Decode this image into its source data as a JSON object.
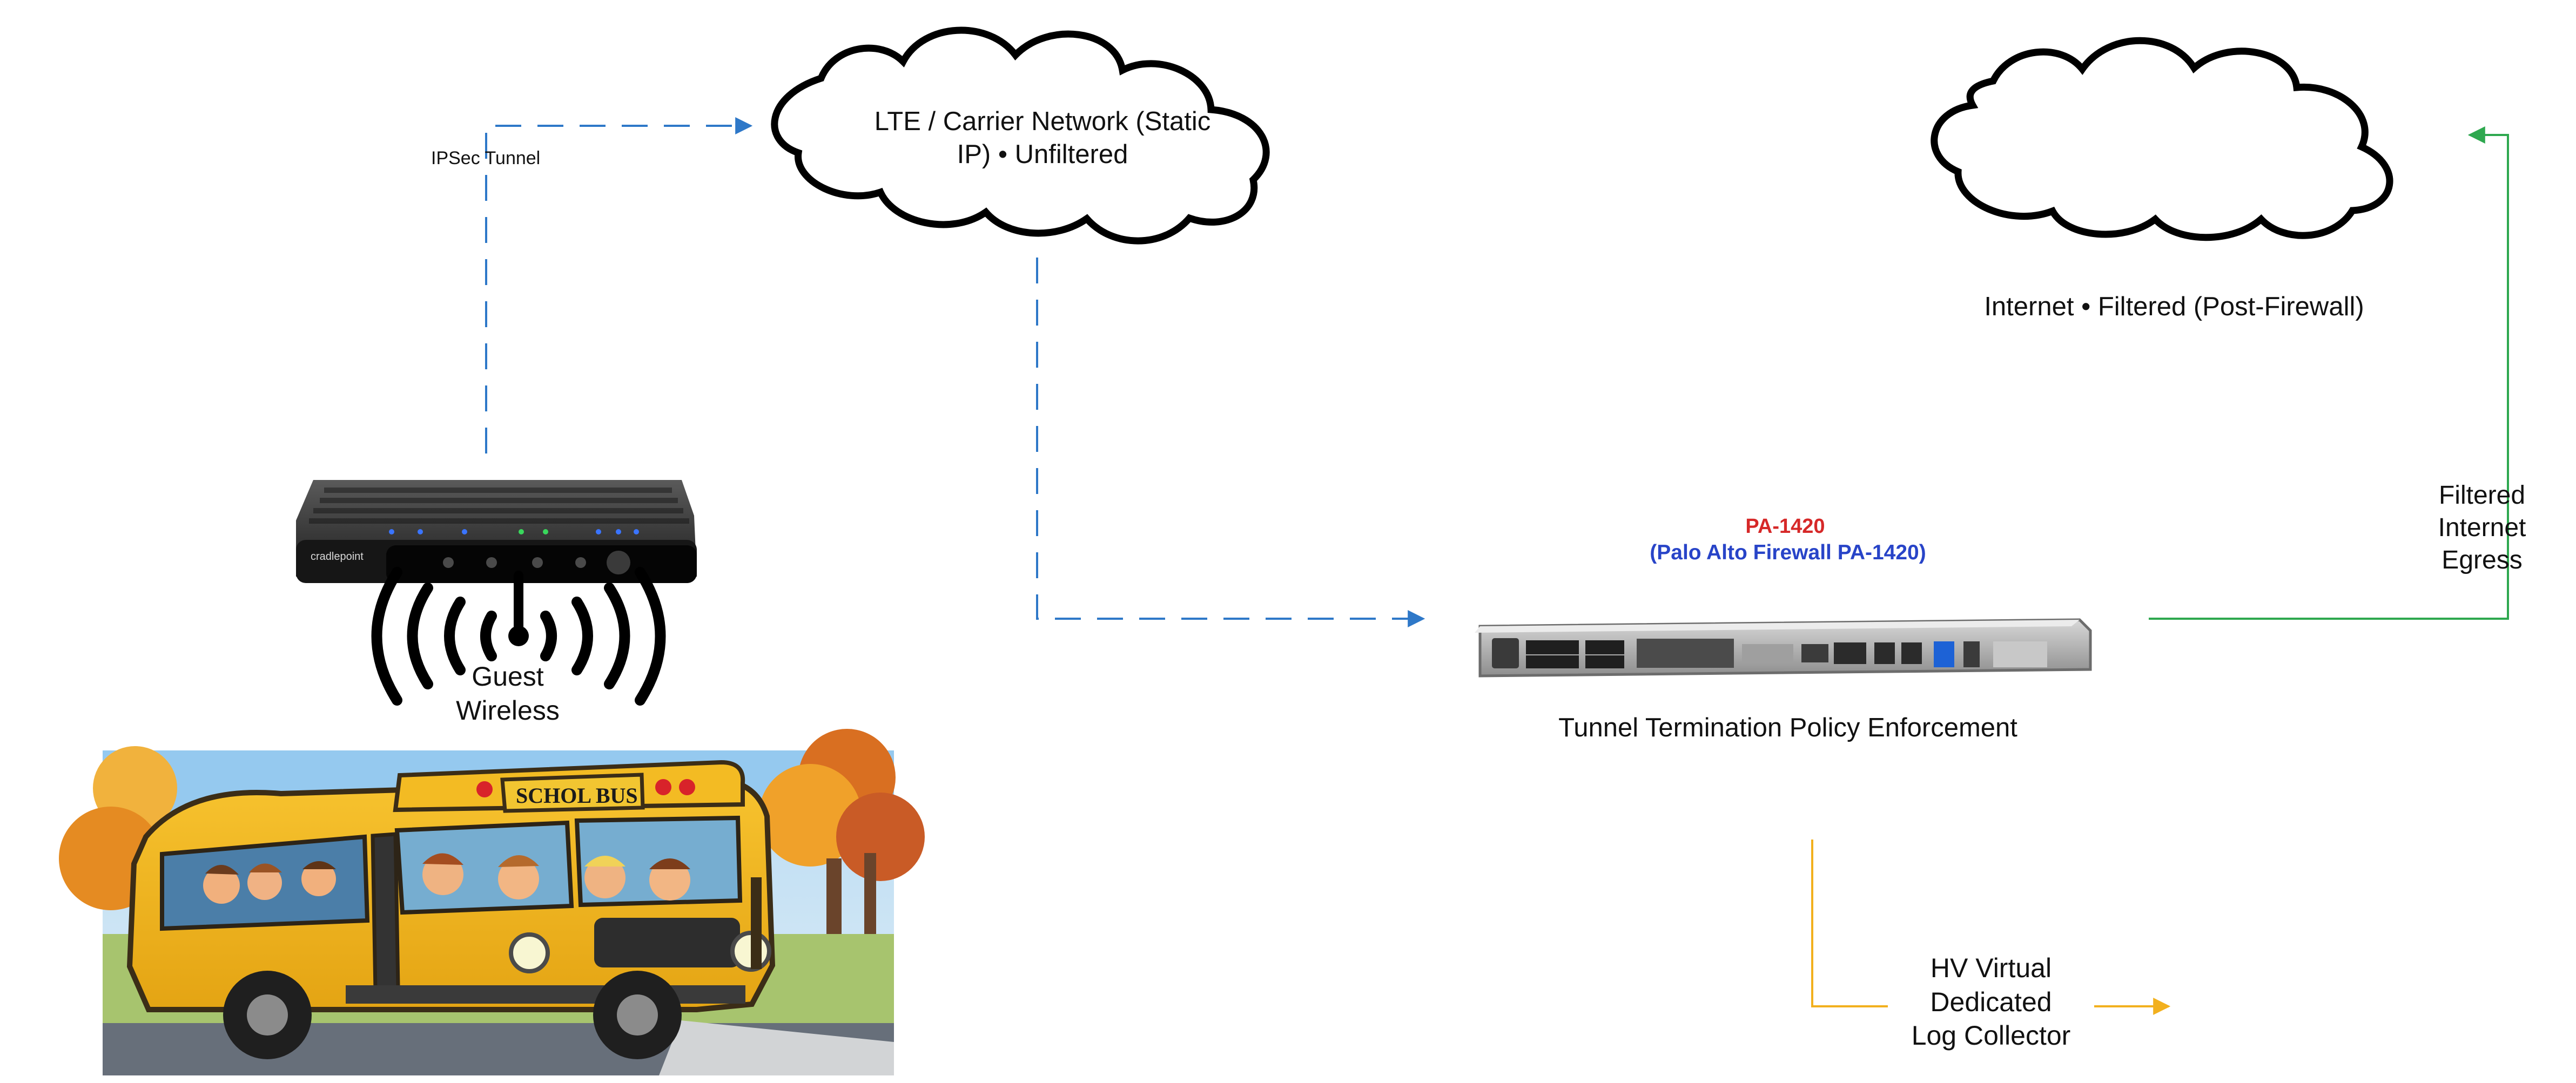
{
  "diagram": {
    "connections": {
      "ipsec": {
        "label": "IPSec Tunnel",
        "color": "#2e78c8",
        "style": "dashed"
      },
      "carrier_to_firewall": {
        "color": "#2e78c8",
        "style": "dashed"
      },
      "filtered_egress": {
        "label": "Filtered\nInternet\nEgress",
        "color": "#2ea84f",
        "style": "solid"
      },
      "log_collector": {
        "label": "HV Virtual\nDedicated\nLog Collector",
        "color": "#f2b01e",
        "style": "solid"
      }
    },
    "clouds": {
      "carrier": {
        "label": "LTE / Carrier Network (Static\nIP) • Unfiltered"
      },
      "internet": {
        "label": "Internet • Filtered (Post-Firewall)"
      }
    },
    "router": {
      "name": "cradlepoint",
      "wireless_label": "Guest\nWireless"
    },
    "bus": {
      "sign": "SCHOL BUS"
    },
    "firewall": {
      "model": "PA-1420",
      "full_name": "(Palo Alto Firewall PA-1420)",
      "role_label": "Tunnel Termination Policy Enforcement",
      "colors": {
        "model": "#d62828",
        "full_name": "#2844c8"
      }
    }
  }
}
